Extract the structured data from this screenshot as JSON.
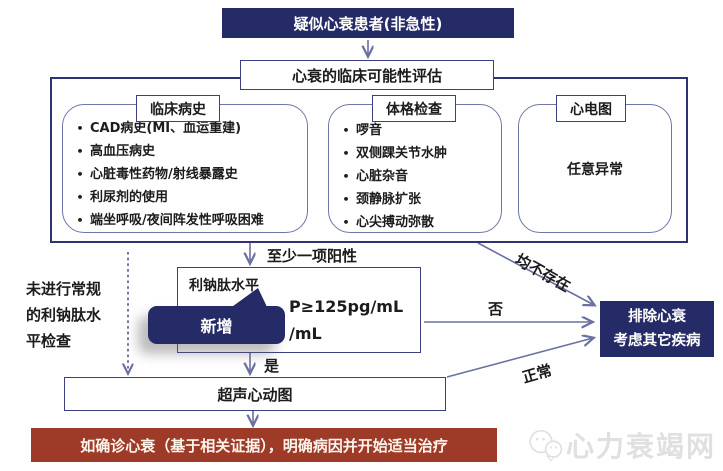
{
  "top_box": {
    "label": "疑似心衰患者(非急性)"
  },
  "assessment_box": {
    "label": "心衰的临床可能性评估"
  },
  "columns": [
    {
      "header": "临床病史",
      "items": [
        "CAD病史(MI、血运重建)",
        "高血压病史",
        "心脏毒性药物/射线暴露史",
        "利尿剂的使用",
        "端坐呼吸/夜间阵发性呼吸困难"
      ]
    },
    {
      "header": "体格检查",
      "items": [
        "啰音",
        "双侧踝关节水肿",
        "心脏杂音",
        "颈静脉扩张",
        "心尖搏动弥散"
      ]
    },
    {
      "header": "心电图",
      "center_text": "任意异常"
    }
  ],
  "natriuretic_box": {
    "title": "利钠肽水平",
    "line2_visible": "P≥125pg/mL",
    "line3_visible": "/mL"
  },
  "callout": {
    "label": "新增"
  },
  "left_note": {
    "lines": [
      "未进行常规",
      "的利钠肽水",
      "平检查"
    ]
  },
  "edge_labels": {
    "at_least_one_positive": "至少一项阳性",
    "yes": "是",
    "no": "否",
    "none_present": "均不存在",
    "normal": "正常"
  },
  "echo_box": {
    "label": "超声心动图"
  },
  "exclude_box": {
    "lines": [
      "排除心衰",
      "考虑其它疾病"
    ]
  },
  "bottom_bar": {
    "label": "如确诊心衰（基于相关证据），明确病因并开始适当治疗"
  },
  "watermark": {
    "label": "心力衰竭网",
    "icon": "wechat-chat-bubbles-icon"
  },
  "colors": {
    "navy": "#252b66",
    "border_navy": "#2c3273",
    "slate_arrow": "#6a70a2",
    "red_bar": "#9e3a28",
    "watermark_gray": "#e0e0e0"
  }
}
